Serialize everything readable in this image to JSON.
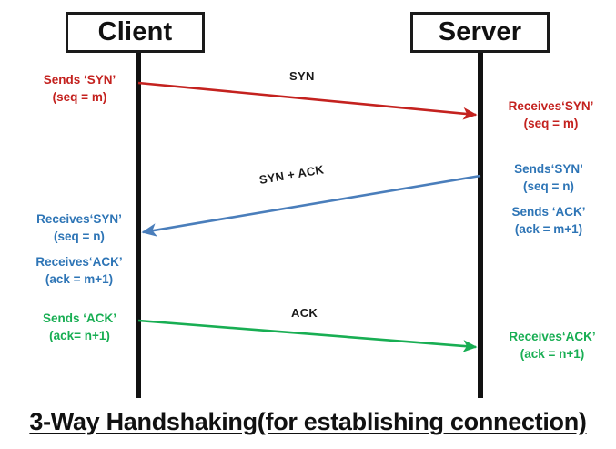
{
  "diagram": {
    "caption": "3-Way Handshaking(for establishing connection)",
    "nodes": {
      "client": "Client",
      "server": "Server"
    },
    "colors": {
      "red": "#C4221F",
      "blue": "#2E75B6",
      "green": "#18AE53",
      "black": "#1a1a1a",
      "background": "#ffffff"
    },
    "messages": [
      {
        "name": "syn",
        "label": "SYN",
        "color": "#C4221F",
        "direction": "client-to-server"
      },
      {
        "name": "syn-ack",
        "label": "SYN + ACK",
        "color": "#2E75B6",
        "direction": "server-to-client"
      },
      {
        "name": "ack",
        "label": "ACK",
        "color": "#18AE53",
        "direction": "client-to-server"
      }
    ],
    "notes": {
      "client_sends_syn": {
        "line1": "Sends ‘SYN’",
        "line2": "(seq = m)"
      },
      "server_receives_syn": {
        "line1": "Receives‘SYN’",
        "line2": "(seq = m)"
      },
      "server_sends_synack": {
        "line1": "Sends‘SYN’",
        "line2": "(seq = n)",
        "line3": "Sends ‘ACK’",
        "line4": "(ack = m+1)"
      },
      "client_receives_synack": {
        "line1": "Receives‘SYN’",
        "line2": "(seq = n)",
        "line3": "Receives‘ACK’",
        "line4": "(ack = m+1)"
      },
      "client_sends_ack": {
        "line1": "Sends ‘ACK’",
        "line2": "(ack= n+1)"
      },
      "server_receives_ack": {
        "line1": "Receives‘ACK’",
        "line2": "(ack = n+1)"
      }
    }
  }
}
